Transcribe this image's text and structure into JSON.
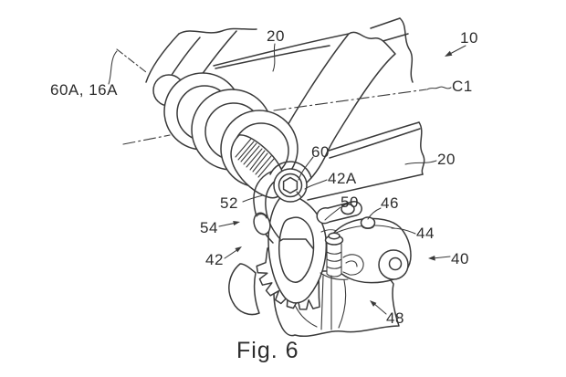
{
  "figure": {
    "caption": "Fig. 6",
    "labels": [
      {
        "name": "60A-16A",
        "text": "60A, 16A"
      },
      {
        "name": "20-top",
        "text": "20"
      },
      {
        "name": "10",
        "text": "10"
      },
      {
        "name": "C1",
        "text": "C1"
      },
      {
        "name": "20-right",
        "text": "20"
      },
      {
        "name": "60",
        "text": "60"
      },
      {
        "name": "42A",
        "text": "42A"
      },
      {
        "name": "52",
        "text": "52"
      },
      {
        "name": "50",
        "text": "50"
      },
      {
        "name": "46",
        "text": "46"
      },
      {
        "name": "44",
        "text": "44"
      },
      {
        "name": "54",
        "text": "54"
      },
      {
        "name": "40",
        "text": "40"
      },
      {
        "name": "42",
        "text": "42"
      },
      {
        "name": "48",
        "text": "48"
      }
    ],
    "colors": {
      "line": "#3a3a3a",
      "text": "#2d2d2d",
      "background": "#ffffff"
    }
  }
}
